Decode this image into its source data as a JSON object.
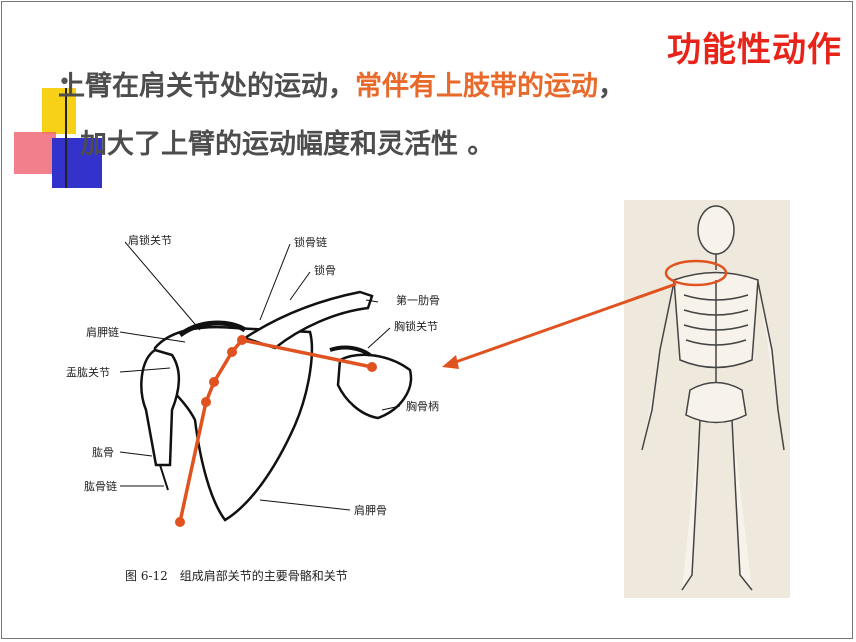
{
  "slide": {
    "title": "功能性动作",
    "bullet": {
      "part1": "上臂在肩关节处的运动，",
      "part2_highlight": "常伴有上肢带的运动",
      "part3": "，",
      "line2": "加大了上臂的运动幅度和灵活性 。"
    }
  },
  "figure": {
    "caption": "图 6-12　组成肩部关节的主要骨骼和关节",
    "labels": {
      "acromioclavicular": "肩锁关节",
      "clavicle_chain": "锁骨链",
      "clavicle": "锁骨",
      "first_rib": "第一肋骨",
      "scapula_chain": "肩胛链",
      "sternoclavicular": "胸锁关节",
      "glenohumeral": "盂肱关节",
      "manubrium": "胸骨柄",
      "humerus": "肱骨",
      "humerus_chain": "肱骨链",
      "scapula": "肩胛骨"
    }
  },
  "colors": {
    "title": "#e8231a",
    "highlight": "#e8692a",
    "arrow": "#e0521f"
  }
}
